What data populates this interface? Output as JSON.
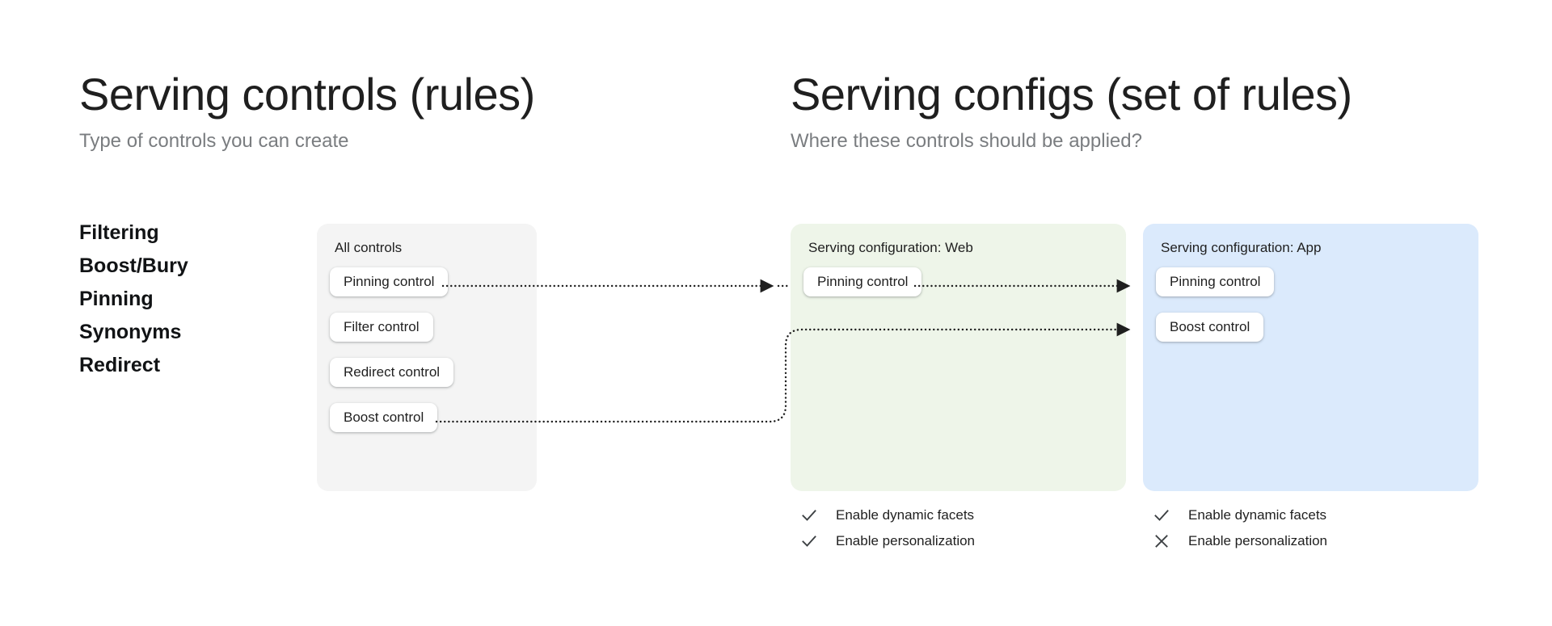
{
  "left_column": {
    "title": "Serving controls (rules)",
    "subtitle": "Type of controls you can create",
    "control_types": [
      {
        "label": "Filtering"
      },
      {
        "label": "Boost/Bury"
      },
      {
        "label": "Pinning"
      },
      {
        "label": "Synonyms"
      },
      {
        "label": "Redirect"
      }
    ]
  },
  "right_column": {
    "title": "Serving configs (set of rules)",
    "subtitle": "Where these controls should be applied?"
  },
  "panels": {
    "all_controls": {
      "label": "All controls",
      "background_color": "#f4f4f4",
      "chips": [
        {
          "label": "Pinning control"
        },
        {
          "label": "Filter control"
        },
        {
          "label": "Redirect control"
        },
        {
          "label": "Boost control"
        }
      ]
    },
    "serving_config_web": {
      "label": "Serving configuration: Web",
      "background_color": "#eef5e9",
      "chips": [
        {
          "label": "Pinning control"
        }
      ],
      "settings": [
        {
          "label": "Enable dynamic facets",
          "state": "check",
          "icon": "check-icon"
        },
        {
          "label": "Enable personalization",
          "state": "check",
          "icon": "check-icon"
        }
      ]
    },
    "serving_config_app": {
      "label": "Serving configuration: App",
      "background_color": "#dbeafc",
      "chips": [
        {
          "label": "Pinning control"
        },
        {
          "label": "Boost control"
        }
      ],
      "settings": [
        {
          "label": "Enable dynamic facets",
          "state": "check",
          "icon": "check-icon"
        },
        {
          "label": "Enable personalization",
          "state": "cross",
          "icon": "close-icon"
        }
      ]
    }
  },
  "connectors": {
    "line_color": "#1f1f1f",
    "style": "dotted",
    "edges": [
      {
        "from": "all-controls.pinning-control",
        "to": "serving-config-web.pinning-control"
      },
      {
        "from": "serving-config-web.pinning-control",
        "to": "serving-config-app.pinning-control"
      },
      {
        "from": "all-controls.boost-control",
        "to": "serving-config-app.boost-control"
      }
    ]
  }
}
